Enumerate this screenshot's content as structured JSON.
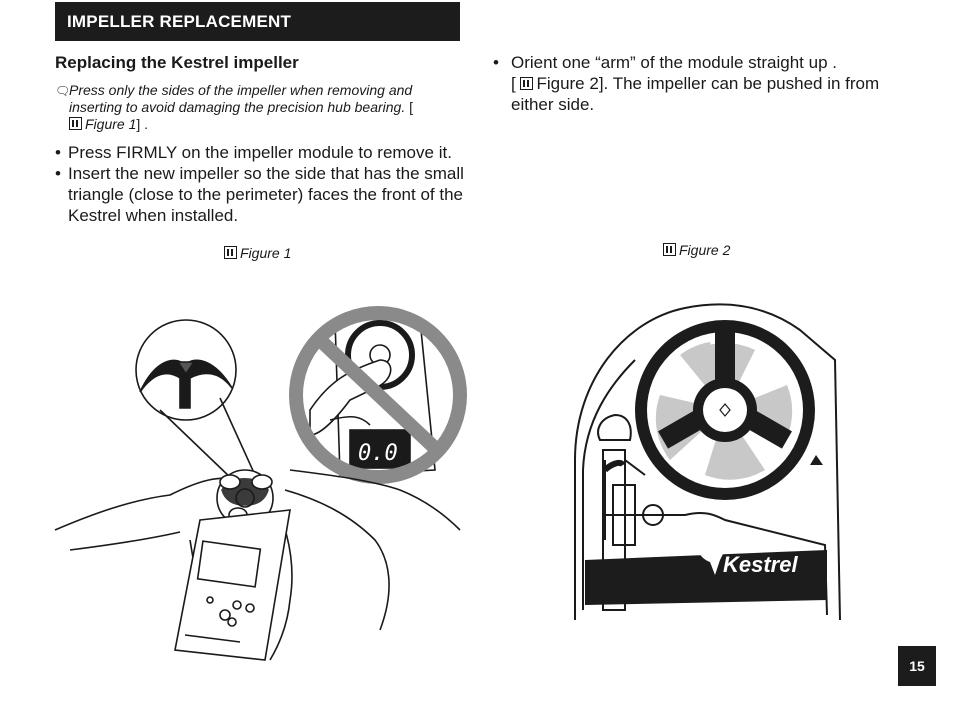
{
  "header": {
    "title": "IMPELLER REPLACEMENT"
  },
  "section": {
    "title": "Replacing the Kestrel impeller"
  },
  "note": {
    "line1": "Press only the sides of the impeller when removing and",
    "line2": "inserting to avoid damaging the precision hub bearing.",
    "bracket_open": " [",
    "fig_ref": "Figure 1",
    "bracket_close": "] ."
  },
  "bullets_left": [
    {
      "text": "Press FIRMLY on the impeller module to remove it."
    },
    {
      "text": "Insert the new impeller so the side that has the small triangle (close to the perimeter) faces the front of the Kestrel when installed."
    }
  ],
  "bullets_right": [
    {
      "text_before": " Orient one “arm” of the module straight up .",
      "bracket_open": "[ ",
      "fig_ref": "Figure 2",
      "text_after": "]. The impeller can be pushed in from either side."
    }
  ],
  "figures": {
    "figure1_label": "Figure 1",
    "figure2_label": "Figure 2",
    "display_reading": "0.0",
    "brand": "Kestrel"
  },
  "page": {
    "number": "15"
  },
  "colors": {
    "dark": "#1c1c1c",
    "prohibit_gray": "#8a8a8a",
    "blade_gray": "#c8c8c8"
  },
  "icons": {
    "note": "note-icon",
    "figure_ref": "figure-ref-icon"
  }
}
